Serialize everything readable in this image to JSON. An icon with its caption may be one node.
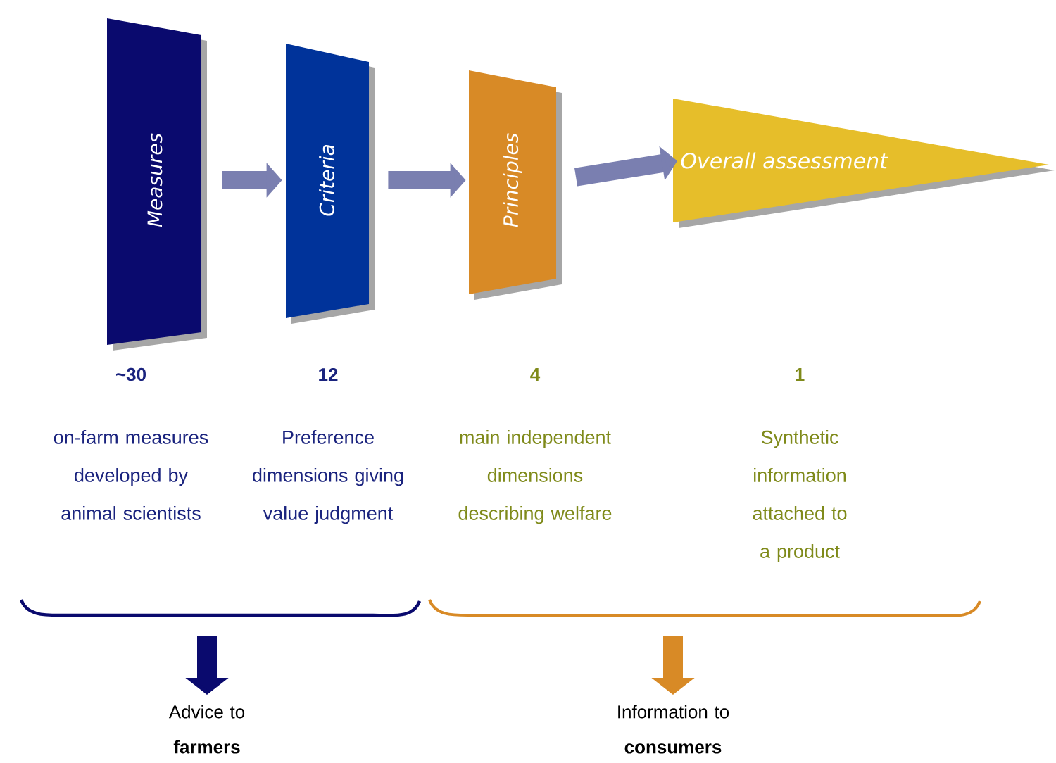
{
  "diagram": {
    "nodes": [
      {
        "text": [
          "Measures"
        ],
        "beside": [
          "~30",
          "on-farm measures developed by animal scientists"
        ]
      },
      {
        "text": [
          "Criteria"
        ],
        "beside": [
          "12",
          "Preference dimensions giving value judgment"
        ]
      },
      {
        "text": [
          "Principles"
        ],
        "beside": [
          "4",
          "main independent dimensions describing welfare"
        ]
      },
      {
        "text": [
          "Overall assessment"
        ],
        "beside": [
          "1",
          "Synthetic information attached to a product"
        ]
      },
      {
        "text": [
          "Advice to **farmers**"
        ]
      },
      {
        "text": [
          "Information to **consumers**"
        ]
      }
    ],
    "edges": [
      {
        "from": 0,
        "to": 1,
        "arrow": "to"
      },
      {
        "from": 1,
        "to": 2,
        "arrow": "to"
      },
      {
        "from": 2,
        "to": 3,
        "arrow": "to"
      },
      {
        "from": null,
        "to": 4,
        "arrow": "to",
        "color": "#0a0a6e"
      },
      {
        "from": null,
        "to": 5,
        "arrow": "to",
        "color": "#d88a26"
      }
    ]
  }
}
